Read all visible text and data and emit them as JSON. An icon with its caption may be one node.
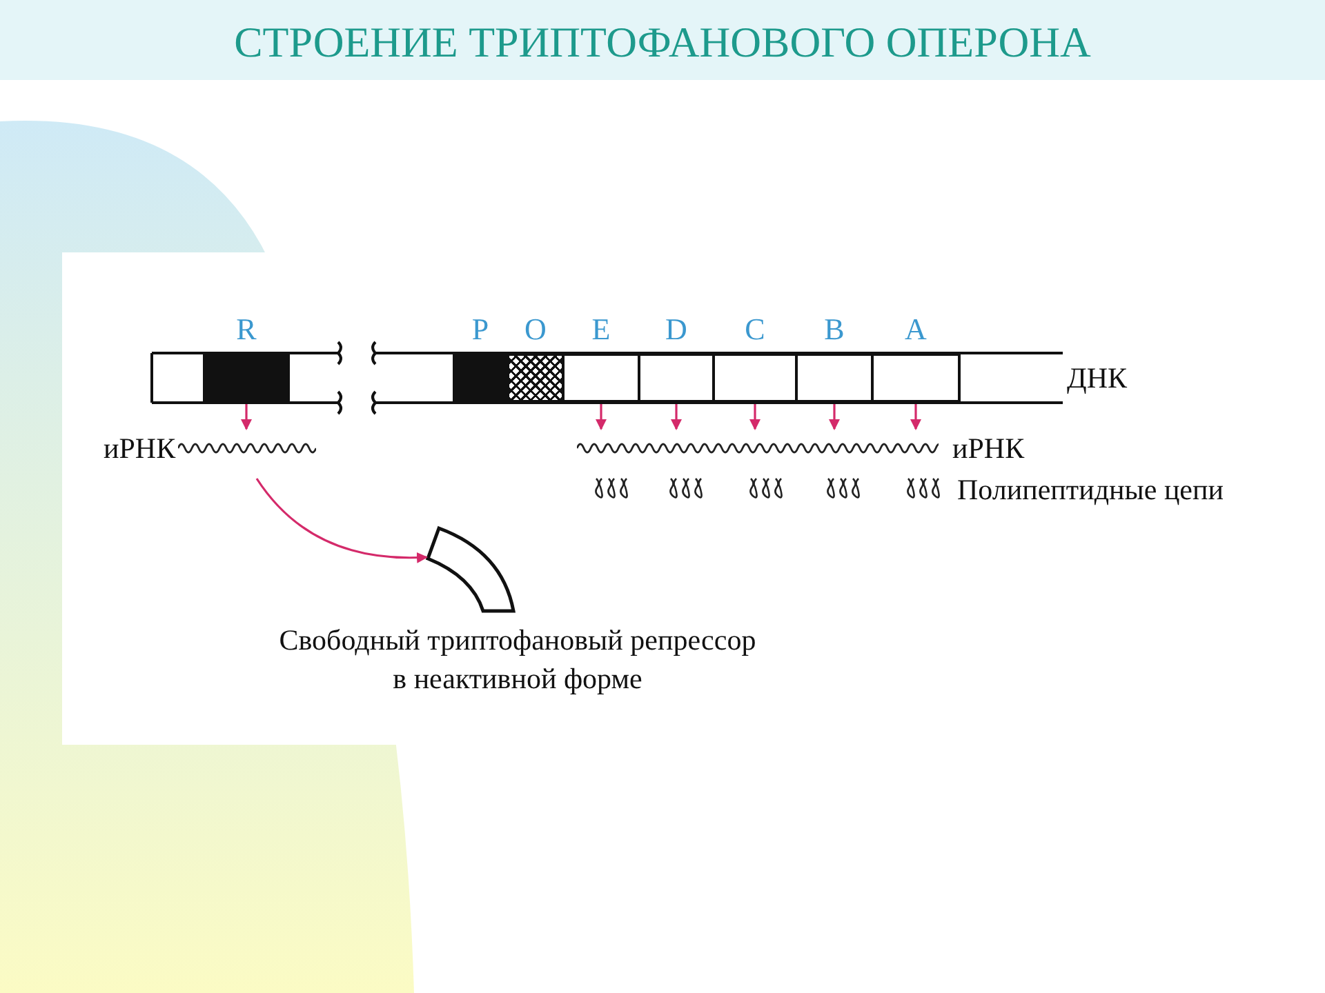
{
  "diagram": {
    "title": "СТРОЕНИЕ ТРИПТОФАНОВОГО ОПЕРОНА",
    "nodes": [
      {
        "text": [
          "R"
        ]
      },
      {
        "text": [
          "P"
        ]
      },
      {
        "text": [
          "O"
        ]
      },
      {
        "text": [
          "E"
        ]
      },
      {
        "text": [
          "D"
        ]
      },
      {
        "text": [
          "C"
        ]
      },
      {
        "text": [
          "B"
        ]
      },
      {
        "text": [
          "A"
        ]
      },
      {
        "text": [
          "иРНК"
        ]
      },
      {
        "text": [
          "иРНК"
        ]
      },
      {
        "text": [],
        "shape": "bar",
        "beside": [
          "Свободный триптофановый репрессор в неактивной форме"
        ]
      }
    ],
    "edges": [
      {
        "from": 0,
        "to": 8,
        "arrow": "to"
      },
      {
        "from": 3,
        "to": 9,
        "arrow": "to"
      },
      {
        "from": 4,
        "to": 9,
        "arrow": "to"
      },
      {
        "from": 5,
        "to": 9,
        "arrow": "to"
      },
      {
        "from": 6,
        "to": 9,
        "arrow": "to"
      },
      {
        "from": 7,
        "to": 9,
        "arrow": "to"
      },
      {
        "from": 8,
        "to": 10,
        "arrow": "to"
      }
    ],
    "labels": [
      "ДНК",
      "Полипептидные цепи"
    ]
  }
}
